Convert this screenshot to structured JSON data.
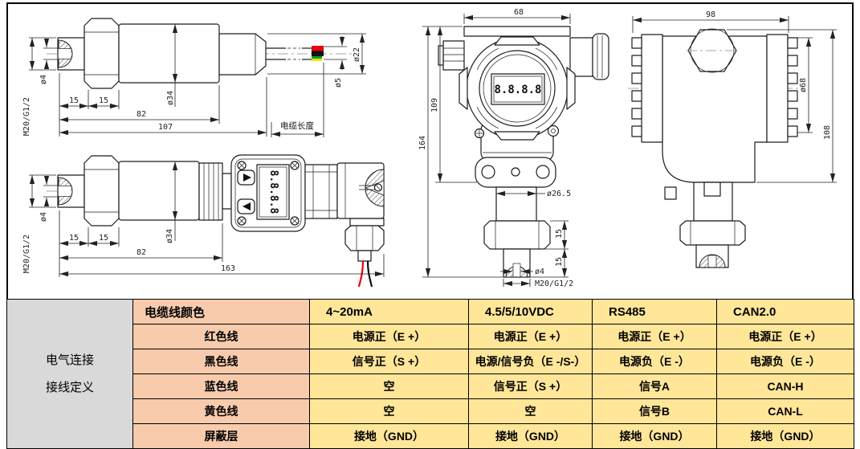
{
  "drawings": {
    "cable_version": {
      "thread_label": "M20/G1/2",
      "hole_dia": "ø4",
      "port_len": "15",
      "nut_len": "15",
      "body_len": "82",
      "total_len": "107",
      "body_dia": "ø34",
      "cable_dia": "ø5",
      "tip_dia": "ø22",
      "cable_note": "电缆长度"
    },
    "display_version": {
      "thread_label": "M20/G1/2",
      "hole_dia": "ø4",
      "port_len": "15",
      "nut_len": "15",
      "body_len": "82",
      "total_len": "163",
      "body_dia": "ø34",
      "display_text": "8.8.8.8"
    },
    "housing_front": {
      "width": "68",
      "upper_height": "109",
      "total_height": "164",
      "neck_dia": "ø26.5",
      "nut_len": "15",
      "port_len": "15",
      "hole_dia": "ø4",
      "thread_label": "M20/G1/2",
      "display_text": "8.8.8.8"
    },
    "housing_side": {
      "width": "98",
      "cap_dia": "ø68",
      "height": "108"
    }
  },
  "wiring_table": {
    "side_label_line1": "电气连接",
    "side_label_line2": "接线定义",
    "header": {
      "color_col": "电缆线颜色",
      "outputs": [
        "4~20mA",
        "4.5/5/10VDC",
        "RS485",
        "CAN2.0"
      ]
    },
    "rows": [
      {
        "wire": "红色线",
        "values": [
          "电源正（E +）",
          "电源正（E +）",
          "电源正（E +）",
          "电源正（E +）"
        ]
      },
      {
        "wire": "黑色线",
        "values": [
          "信号正（S +）",
          "电源/信号负（E -/S-）",
          "电源负（E -）",
          "电源负（E -）"
        ]
      },
      {
        "wire": "蓝色线",
        "values": [
          "空",
          "信号正（S +）",
          "信号A",
          "CAN-H"
        ]
      },
      {
        "wire": "黄色线",
        "values": [
          "空",
          "空",
          "信号B",
          "CAN-L"
        ]
      },
      {
        "wire": "屏蔽层",
        "values": [
          "接地（GND）",
          "接地（GND）",
          "接地（GND）",
          "接地（GND）"
        ]
      }
    ],
    "colors": {
      "side_bg": "#d9d9d9",
      "wire_col_bg": "#f8cbad",
      "value_bg": "#ffe699",
      "border": "#000000",
      "wire_red": "#e8000d",
      "wire_black": "#111111",
      "wire_green": "#00a13a",
      "wire_yellow": "#ffe400"
    }
  }
}
